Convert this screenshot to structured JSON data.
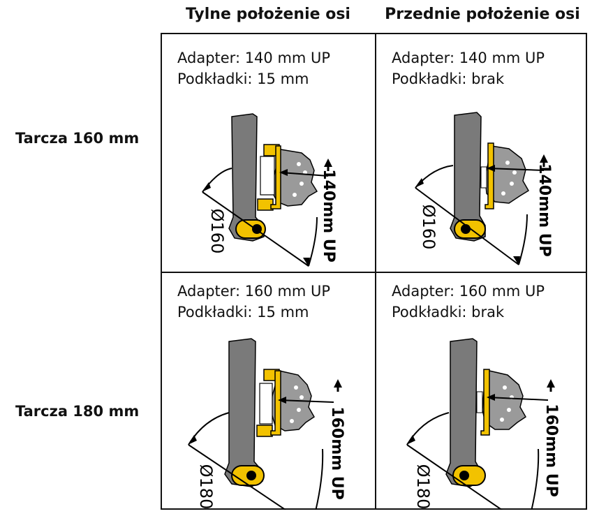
{
  "headers": {
    "rear": "Tylne położenie osi",
    "front": "Przednie położenie osi"
  },
  "rows": {
    "r160": "Tarcza 160 mm",
    "r180": "Tarcza 180 mm"
  },
  "cells": {
    "r160_rear": {
      "adapter": "Adapter: 140 mm UP",
      "washers": "Podkładki: 15 mm",
      "diameter": "Ø160",
      "up": "140mm UP",
      "adapter_stamp": "140mm UP"
    },
    "r160_front": {
      "adapter": "Adapter: 140 mm UP",
      "washers": "Podkładki: brak",
      "diameter": "Ø160",
      "up": "140mm UP",
      "adapter_stamp": "140mm UP"
    },
    "r180_rear": {
      "adapter": "Adapter: 160 mm UP",
      "washers": "Podkładki: 15 mm",
      "diameter": "Ø180",
      "up": "160mm UP",
      "adapter_stamp": "160mm UP"
    },
    "r180_front": {
      "adapter": "Adapter: 160 mm UP",
      "washers": "Podkładki: brak",
      "diameter": "Ø180",
      "up": "160mm UP",
      "adapter_stamp": "160mm UP"
    }
  },
  "colors": {
    "fork": "#7a7a7a",
    "fork_dark": "#555555",
    "rotor": "#9a9a9a",
    "adapter": "#f2c200",
    "outline": "#000000"
  },
  "icons": [
    "fork-leg-icon",
    "brake-rotor-icon",
    "adapter-bracket-icon",
    "axle-dropout-icon",
    "arrow-icon"
  ]
}
